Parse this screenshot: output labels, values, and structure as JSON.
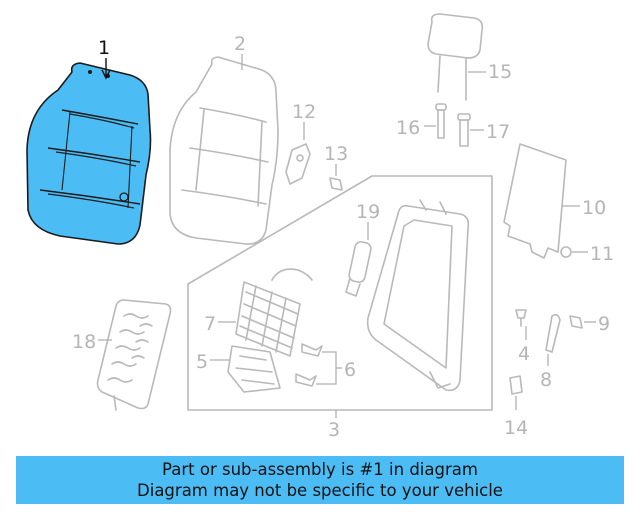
{
  "diagram": {
    "highlight_color": "#4cbcf4",
    "highlighted_part": "1",
    "labels": {
      "p1": "1",
      "p2": "2",
      "p3": "3",
      "p4": "4",
      "p5": "5",
      "p6": "6",
      "p7": "7",
      "p8": "8",
      "p9": "9",
      "p10": "10",
      "p11": "11",
      "p12": "12",
      "p13": "13",
      "p14": "14",
      "p15": "15",
      "p16": "16",
      "p17": "17",
      "p18": "18",
      "p19": "19"
    }
  },
  "banner": {
    "line1": "Part or sub-assembly is #1 in diagram",
    "line2": "Diagram may not be specific to your vehicle",
    "background": "#4cbcf4"
  }
}
